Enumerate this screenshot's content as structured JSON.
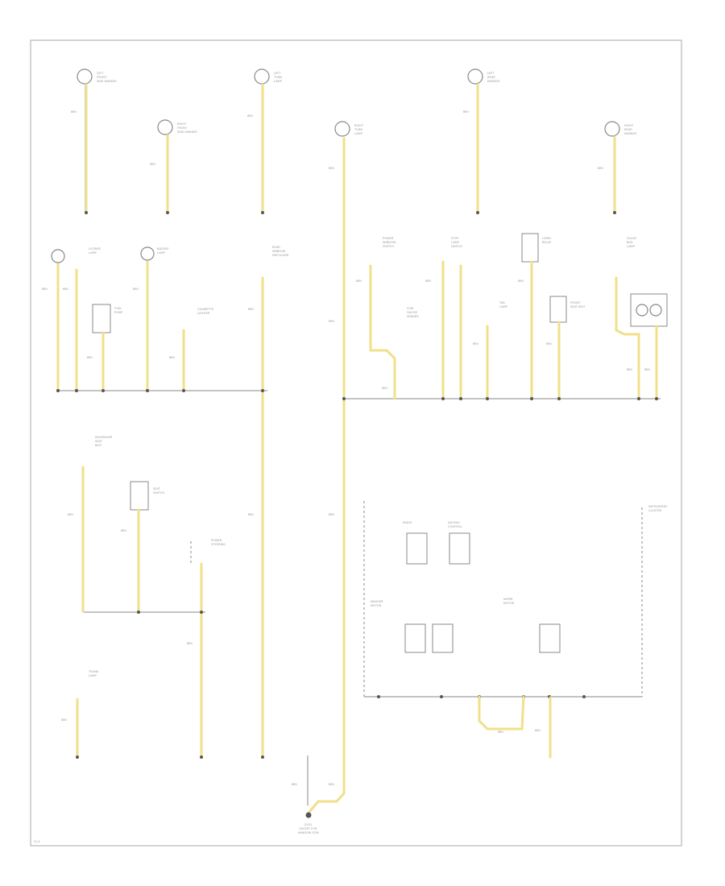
{
  "diagram": {
    "ground_point": {
      "lines": [
        "G101",
        "EXCEPT FOR",
        "WINDOW STAY"
      ]
    },
    "components": {
      "left_front_side_marker": [
        "LEFT",
        "FRONT",
        "SIDE MARKER"
      ],
      "right_front_side_marker": [
        "RIGHT",
        "FRONT",
        "SIDE MARKER"
      ],
      "left_rear_marker": [
        "LEFT",
        "REAR",
        "MARKER"
      ],
      "right_rear_marker": [
        "RIGHT",
        "REAR",
        "MARKER"
      ],
      "right_turn_lamp": [
        "RIGHT",
        "TURN",
        "LAMP"
      ],
      "left_turn_lamp": [
        "LEFT",
        "TURN",
        "LAMP"
      ],
      "rear_window_defogger": [
        "REAR",
        "WINDOW",
        "DEFOGGER"
      ],
      "stop_lamp_switch": [
        "STOP",
        "LAMP",
        "SWITCH"
      ],
      "horn_relay": [
        "HORN",
        "RELAY"
      ],
      "license_lamp": [
        "LICENSE",
        "LAMP"
      ],
      "cigarette_lighter": [
        "CIGARETTE",
        "LIGHTER"
      ],
      "power_window_switch": [
        "POWER",
        "WINDOW",
        "SWITCH"
      ],
      "fuel_pump": [
        "FUEL",
        "PUMP"
      ],
      "fuel_gauge_sender": [
        "FUEL",
        "GAUGE",
        "SENDER"
      ],
      "tail_lamp": [
        "TAIL",
        "LAMP"
      ],
      "backup_lamp": [
        "BACKUP",
        "LAMP"
      ],
      "front_seat_belt": [
        "FRONT",
        "SEAT BELT"
      ],
      "passenger_seat_belt": [
        "PASSENGER",
        "SEAT",
        "BELT"
      ],
      "seat_switch": [
        "SEAT",
        "SWITCH"
      ],
      "power_steering": [
        "POWER",
        "STEERING"
      ],
      "radio": [
        "RADIO"
      ],
      "air_bag_control": [
        "AIR BAG",
        "CONTROL"
      ],
      "instrument_cluster": [
        "INSTRUMENT",
        "CLUSTER"
      ],
      "washer_motor": [
        "WASHER",
        "MOTOR"
      ],
      "wiper_motor": [
        "WIPER",
        "MOTOR"
      ],
      "glove_box_lamp": [
        "GLOVE",
        "BOX",
        "LAMP"
      ],
      "trunk_lamp": [
        "TRUNK",
        "LAMP"
      ]
    },
    "wire_label": "BRN",
    "page_ref": "51-6"
  }
}
